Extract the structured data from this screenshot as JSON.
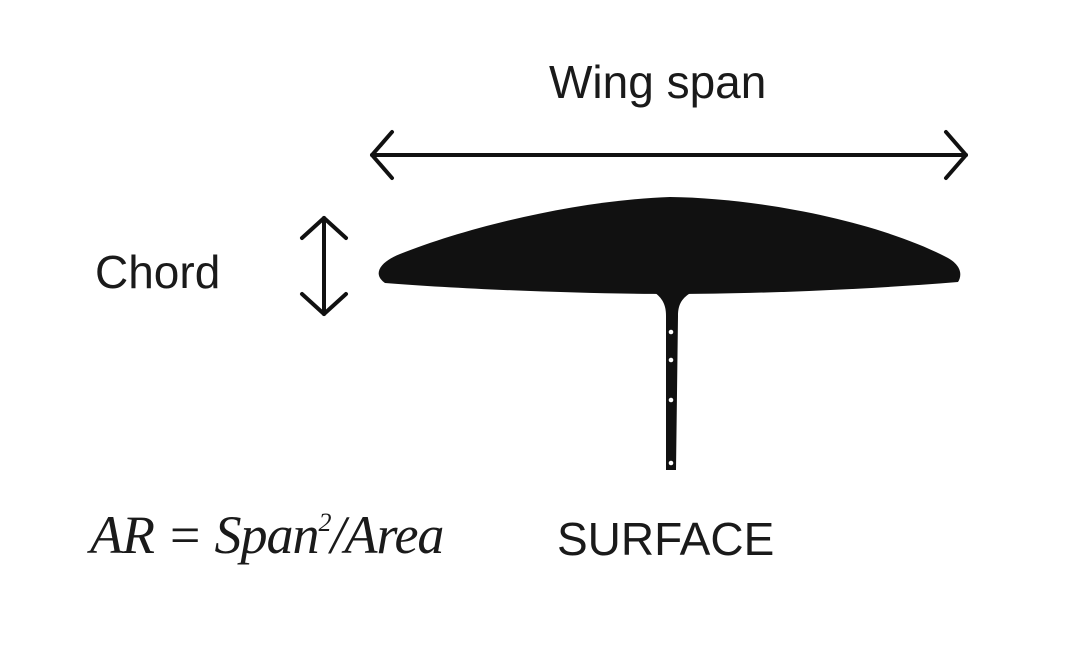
{
  "labels": {
    "span": "Wing span",
    "chord": "Chord",
    "surface": "SURFACE"
  },
  "formula": {
    "lhs": "AR",
    "equals": "=",
    "span": "Span",
    "exponent": "2",
    "divider": "/",
    "area": "Area"
  },
  "colors": {
    "ink": "#111111",
    "background": "#ffffff"
  }
}
